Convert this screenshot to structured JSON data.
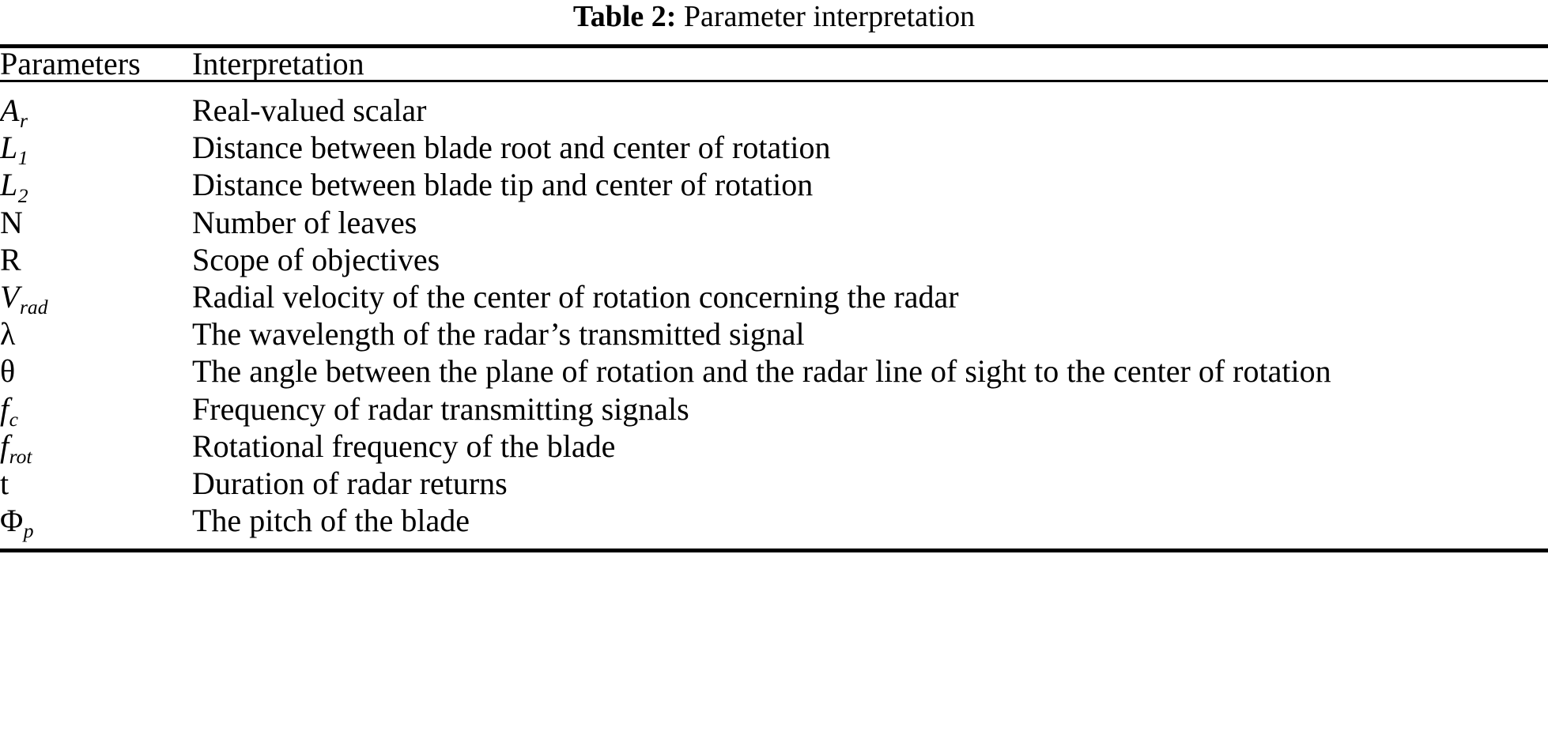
{
  "caption": {
    "label": "Table 2:",
    "text": "Parameter interpretation"
  },
  "table": {
    "headers": {
      "parameter": "Parameters",
      "interpretation": "Interpretation"
    },
    "rows": [
      {
        "base": "A",
        "sub": "r",
        "style": "italic",
        "interpretation": "Real-valued scalar"
      },
      {
        "base": "L",
        "sub": "1",
        "style": "italic",
        "interpretation": "Distance between blade root and center of rotation"
      },
      {
        "base": "L",
        "sub": "2",
        "style": "italic",
        "interpretation": "Distance between blade tip and center of rotation"
      },
      {
        "base": "N",
        "sub": "",
        "style": "upright",
        "interpretation": "Number of leaves"
      },
      {
        "base": "R",
        "sub": "",
        "style": "upright",
        "interpretation": "Scope of objectives"
      },
      {
        "base": "V",
        "sub": "rad",
        "style": "italic",
        "interpretation": "Radial velocity of the center of rotation concerning the radar"
      },
      {
        "base": "λ",
        "sub": "",
        "style": "upright",
        "interpretation": "The wavelength of the radar’s transmitted signal"
      },
      {
        "base": "θ",
        "sub": "",
        "style": "upright",
        "interpretation": "The angle between the plane of rotation and the radar line of sight to the center of rotation"
      },
      {
        "base": "f",
        "sub": "c",
        "style": "italic",
        "interpretation": "Frequency of radar transmitting signals"
      },
      {
        "base": "f",
        "sub": "rot",
        "style": "italic",
        "interpretation": "Rotational frequency of the blade"
      },
      {
        "base": "t",
        "sub": "",
        "style": "upright",
        "interpretation": "Duration of radar returns"
      },
      {
        "base": "Φ",
        "sub": "p",
        "style": "upright",
        "interpretation": "The pitch of the blade"
      }
    ]
  }
}
